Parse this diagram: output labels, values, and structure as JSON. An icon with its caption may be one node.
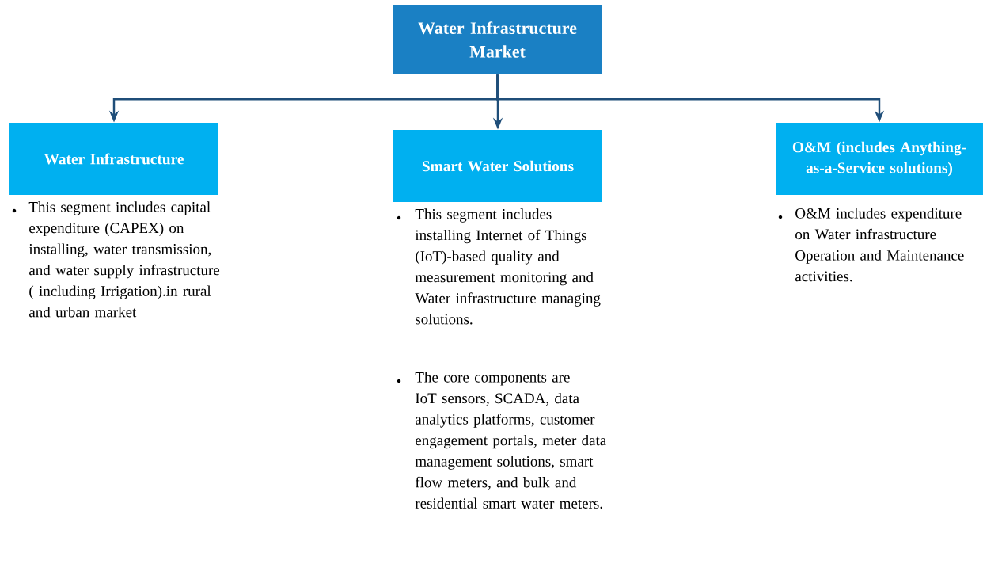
{
  "diagram": {
    "nodes": [
      {
        "text": [
          "Water Infrastructure Market"
        ]
      },
      {
        "text": [
          "Water Infrastructure"
        ],
        "beside": [
          "This segment includes capital expenditure (CAPEX) on installing, water transmission, and water supply infrastructure ( including Irrigation).in rural and urban market"
        ]
      },
      {
        "text": [
          "Smart Water Solutions"
        ],
        "beside": [
          "This segment includes installing Internet of Things (IoT)-based quality and measurement monitoring and Water infrastructure managing solutions.",
          "The core components are IoT sensors, SCADA, data analytics platforms, customer engagement portals, meter data management solutions, smart flow meters, and bulk and residential smart water meters."
        ]
      },
      {
        "text": [
          "O&M (includes Anything-as-a-Service solutions)"
        ],
        "beside": [
          "O&M includes expenditure on Water infrastructure Operation and Maintenance activities."
        ]
      }
    ],
    "edges": [
      {
        "from": 0,
        "to": 1,
        "arrow": "to"
      },
      {
        "from": 0,
        "to": 2,
        "arrow": "to"
      },
      {
        "from": 0,
        "to": 3,
        "arrow": "to"
      }
    ]
  }
}
